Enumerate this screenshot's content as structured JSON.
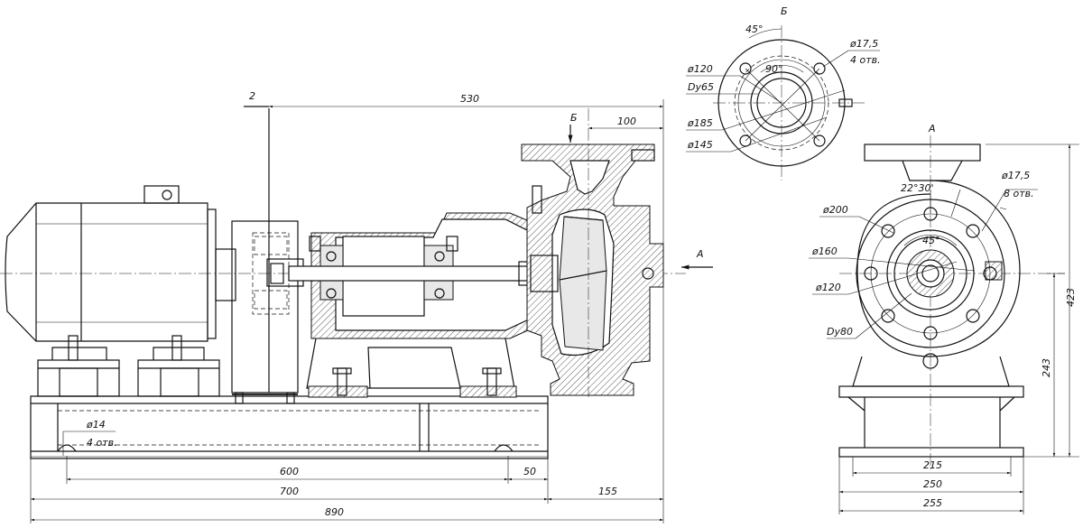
{
  "drawing": {
    "side_view": {
      "dimensions": {
        "d530": "530",
        "d100": "100",
        "d600": "600",
        "d50": "50",
        "d700": "700",
        "d155": "155",
        "d890": "890"
      },
      "labels": {
        "section_mark_2": "2",
        "view_b_mark": "Б",
        "view_a_mark": "А",
        "hole_diameter": "ø14",
        "hole_count": "4 отв."
      }
    },
    "flange_view_b": {
      "title": "Б",
      "angle_45": "45°",
      "angle_90": "90°",
      "hole_diameter": "ø17,5",
      "hole_count": "4 отв.",
      "d120": "ø120",
      "dy65": "Dy65",
      "d185": "ø185",
      "d145": "ø145"
    },
    "end_view_a": {
      "title": "А",
      "angle_22_30": "22°30'",
      "angle_45": "45°",
      "hole_diameter": "ø17,5",
      "hole_count": "8 отв.",
      "d200": "ø200",
      "d160": "ø160",
      "d120": "ø120",
      "dy80": "Dy80",
      "h423": "423",
      "h243": "243",
      "w215": "215",
      "w250": "250",
      "w255": "255"
    }
  }
}
